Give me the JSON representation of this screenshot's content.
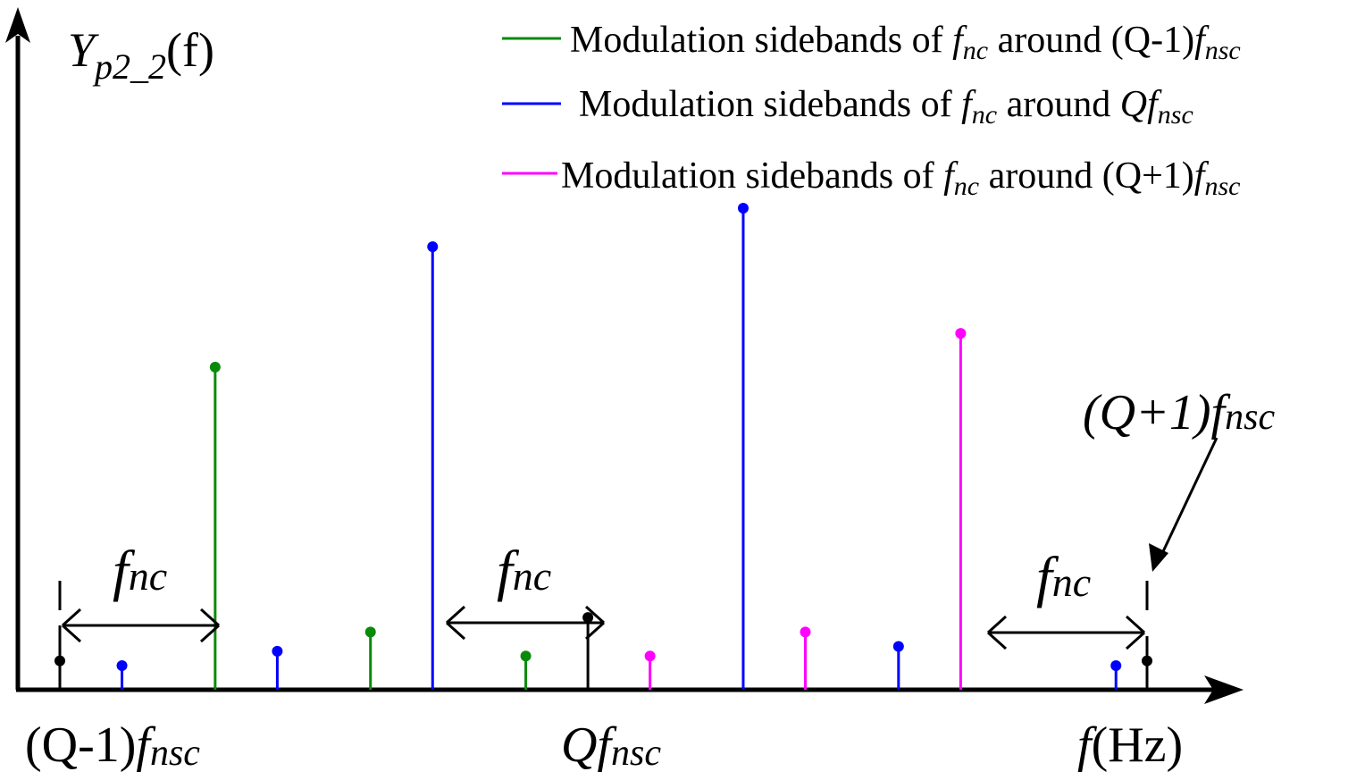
{
  "y_label": {
    "main": "Y",
    "sub": "p2_2",
    "tail": "(f)"
  },
  "x_label": {
    "var": "f",
    "unit": "(Hz)"
  },
  "legend": [
    {
      "color": "#0a8a0a",
      "pre": "Modulation sidebands of ",
      "f": "f",
      "nc": "nc",
      "around": " around ",
      "center_pre": "(Q-1)",
      "center_f": "f",
      "center_sub": "nsc"
    },
    {
      "color": "#0000ff",
      "pre": "Modulation sidebands of ",
      "f": "f",
      "nc": "nc",
      "around": " around ",
      "center_pre": "Q",
      "center_f": "f",
      "center_sub": "nsc"
    },
    {
      "color": "#ff00ff",
      "pre": "Modulation sidebands of ",
      "f": "f",
      "nc": "nc",
      "around": " around ",
      "center_pre": "(Q+1)",
      "center_f": "f",
      "center_sub": "nsc"
    }
  ],
  "x_ticks": [
    {
      "pre": "(Q-1)",
      "f": "f",
      "sub": "nsc"
    },
    {
      "pre": "Q",
      "f": "f",
      "sub": "nsc"
    },
    {
      "pre": "f",
      "f": "",
      "sub": ""
    }
  ],
  "callout": {
    "pre": "(Q+1)",
    "f": "f",
    "sub": "nsc"
  },
  "spacing_labels": [
    {
      "f": "f",
      "sub": "nc"
    },
    {
      "f": "f",
      "sub": "nc"
    },
    {
      "f": "f",
      "sub": "nc"
    }
  ],
  "chart_data": {
    "type": "stem",
    "x_axis_label": "f(Hz)",
    "y_axis_label": "Yp2_2(f)",
    "stems": [
      {
        "x": 0.0,
        "h": 0.06,
        "color": "#000000"
      },
      {
        "x": 0.4,
        "h": 0.05,
        "color": "#0000ff"
      },
      {
        "x": 1.0,
        "h": 0.67,
        "color": "#0a8a0a"
      },
      {
        "x": 1.4,
        "h": 0.08,
        "color": "#0000ff"
      },
      {
        "x": 2.0,
        "h": 0.12,
        "color": "#0a8a0a"
      },
      {
        "x": 2.4,
        "h": 0.92,
        "color": "#0000ff"
      },
      {
        "x": 3.0,
        "h": 0.07,
        "color": "#0a8a0a"
      },
      {
        "x": 3.4,
        "h": 0.15,
        "color": "#000000"
      },
      {
        "x": 3.8,
        "h": 0.07,
        "color": "#ff00ff"
      },
      {
        "x": 4.4,
        "h": 1.0,
        "color": "#0000ff"
      },
      {
        "x": 4.8,
        "h": 0.12,
        "color": "#ff00ff"
      },
      {
        "x": 5.4,
        "h": 0.09,
        "color": "#0000ff"
      },
      {
        "x": 5.8,
        "h": 0.74,
        "color": "#ff00ff"
      },
      {
        "x": 6.8,
        "h": 0.05,
        "color": "#0000ff"
      },
      {
        "x": 7.0,
        "h": 0.06,
        "color": "#000000"
      }
    ]
  }
}
